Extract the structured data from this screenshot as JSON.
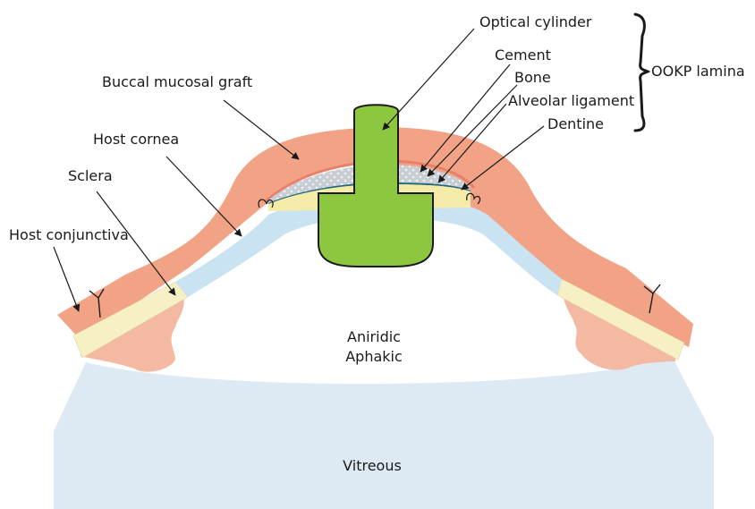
{
  "labels": {
    "optical_cylinder": "Optical cylinder",
    "cement": "Cement",
    "bone": "Bone",
    "alveolar_ligament": "Alveolar ligament",
    "dentine": "Dentine",
    "ookp_lamina": "OOKP lamina",
    "buccal_mucosal_graft": "Buccal mucosal graft",
    "host_cornea": "Host cornea",
    "sclera": "Sclera",
    "host_conjunctiva": "Host conjunctiva",
    "aniridic": "Aniridic",
    "aphakic": "Aphakic",
    "vitreous": "Vitreous"
  },
  "colors": {
    "mucosa": "#f2a386",
    "mucosa_edge": "#e8806a",
    "cornea": "#c9e3f2",
    "sclera": "#f7f0c4",
    "dentine": "#f5eba9",
    "bone": "#c8cdd3",
    "ligament": "#1f6b7a",
    "cylinder": "#8dc63f",
    "vitreous": "#dde9f3",
    "tissue": "#f4b9a2",
    "outline": "#1a1a1a"
  }
}
